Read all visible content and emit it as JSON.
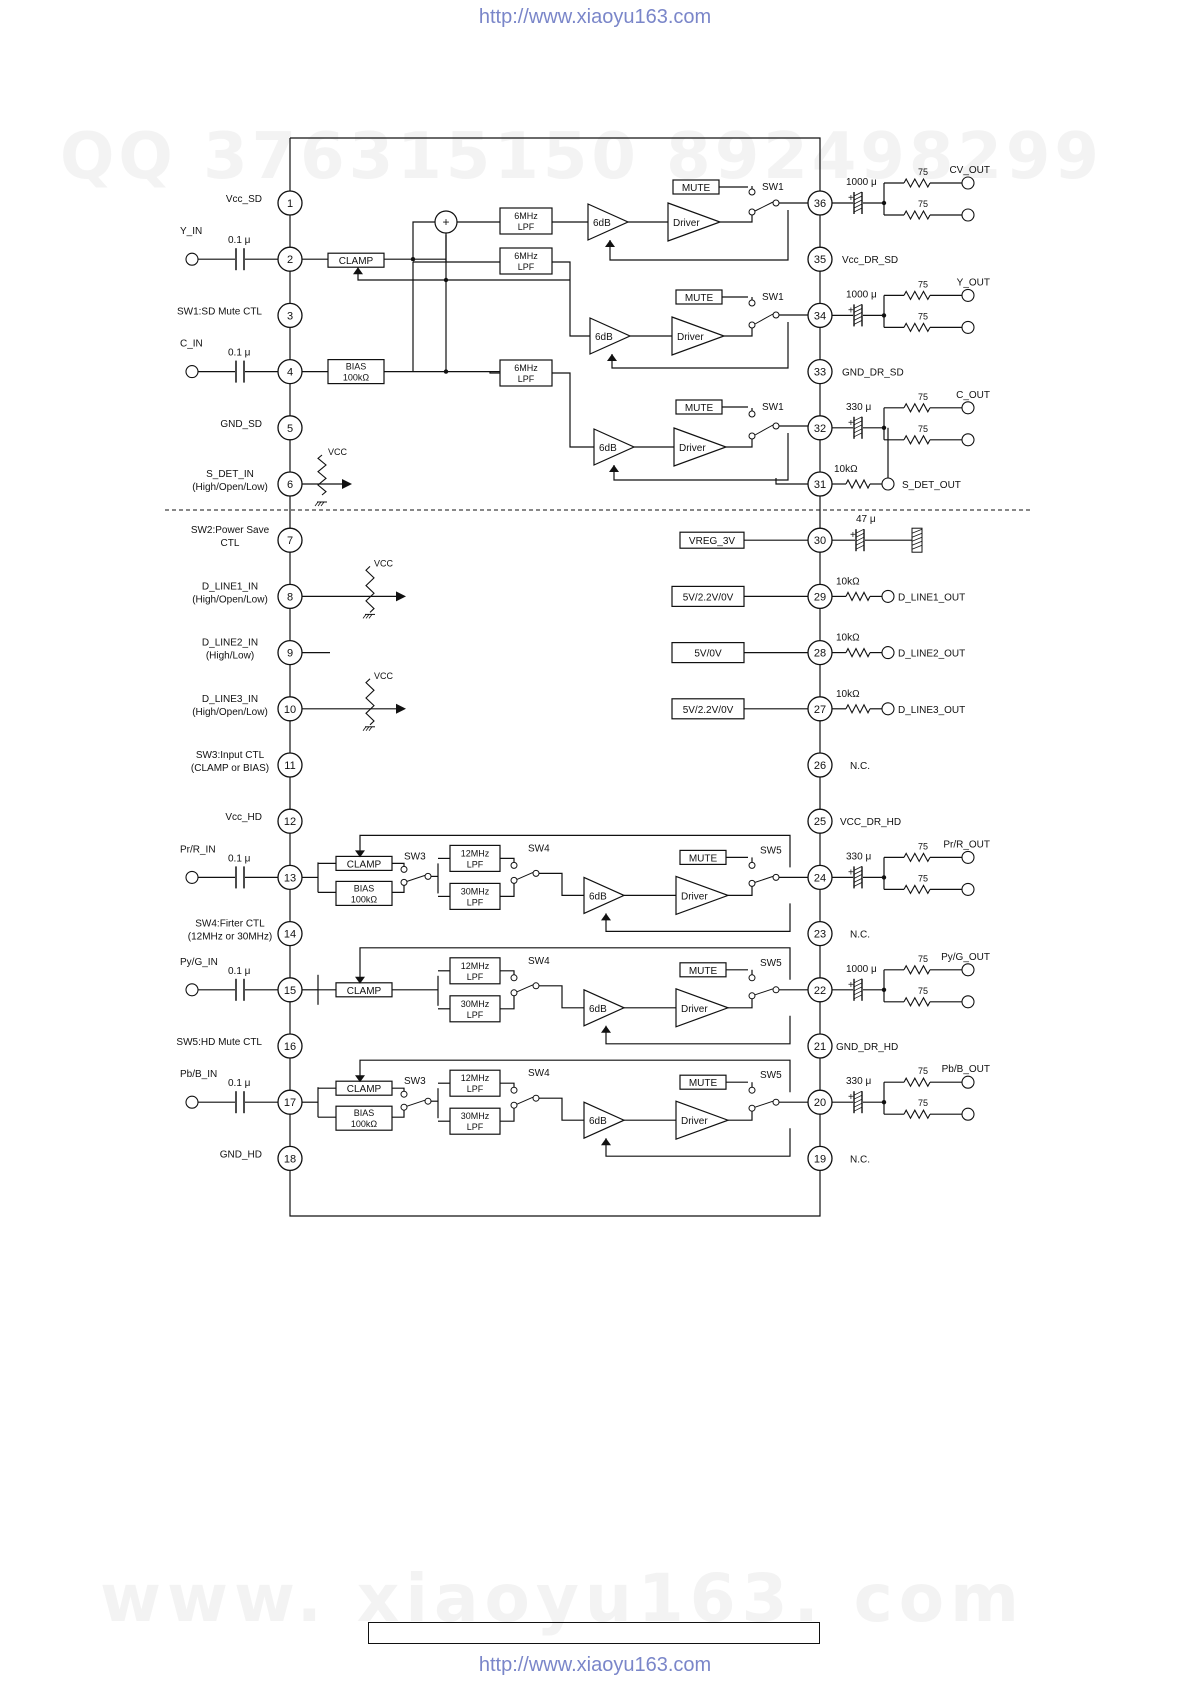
{
  "header_url": "http://www.xiaoyu163.com",
  "footer_url": "http://www.xiaoyu163.com",
  "watermark_qq": "QQ 376315150  892498299",
  "watermark_site": "www. xiaoyu163. com",
  "pins_left": [
    {
      "num": "1",
      "label": "Vcc_SD"
    },
    {
      "num": "2",
      "label": "Y_IN"
    },
    {
      "num": "3",
      "label": "SW1:SD Mute CTL"
    },
    {
      "num": "4",
      "label": "C_IN"
    },
    {
      "num": "5",
      "label": "GND_SD"
    },
    {
      "num": "6",
      "label": "S_DET_IN",
      "label2": "(High/Open/Low)"
    },
    {
      "num": "7",
      "label": "SW2:Power Save",
      "label2": "CTL"
    },
    {
      "num": "8",
      "label": "D_LINE1_IN",
      "label2": "(High/Open/Low)"
    },
    {
      "num": "9",
      "label": "D_LINE2_IN",
      "label2": "(High/Low)"
    },
    {
      "num": "10",
      "label": "D_LINE3_IN",
      "label2": "(High/Open/Low)"
    },
    {
      "num": "11",
      "label": "SW3:Input  CTL",
      "label2": "(CLAMP  or  BIAS)"
    },
    {
      "num": "12",
      "label": "Vcc_HD"
    },
    {
      "num": "13",
      "label": "Pr/R_IN"
    },
    {
      "num": "14",
      "label": "SW4:Firter CTL",
      "label2": "(12MHz or 30MHz)"
    },
    {
      "num": "15",
      "label": "Py/G_IN"
    },
    {
      "num": "16",
      "label": "SW5:HD Mute CTL"
    },
    {
      "num": "17",
      "label": "Pb/B_IN"
    },
    {
      "num": "18",
      "label": "GND_HD"
    }
  ],
  "pins_right": [
    {
      "num": "36",
      "label": "CV_OUT"
    },
    {
      "num": "35",
      "label": "Vcc_DR_SD"
    },
    {
      "num": "34",
      "label": "Y_OUT"
    },
    {
      "num": "33",
      "label": "GND_DR_SD"
    },
    {
      "num": "32",
      "label": "C_OUT"
    },
    {
      "num": "31",
      "label": "S_DET_OUT"
    },
    {
      "num": "30",
      "label": ""
    },
    {
      "num": "29",
      "label": "D_LINE1_OUT"
    },
    {
      "num": "28",
      "label": "D_LINE2_OUT"
    },
    {
      "num": "27",
      "label": "D_LINE3_OUT"
    },
    {
      "num": "26",
      "label": "N.C."
    },
    {
      "num": "25",
      "label": "VCC_DR_HD"
    },
    {
      "num": "24",
      "label": "Pr/R_OUT"
    },
    {
      "num": "23",
      "label": "N.C."
    },
    {
      "num": "22",
      "label": "Py/G_OUT"
    },
    {
      "num": "21",
      "label": "GND_DR_HD"
    },
    {
      "num": "20",
      "label": "Pb/B_OUT"
    },
    {
      "num": "19",
      "label": "N.C."
    }
  ],
  "blocks": {
    "clamp": "CLAMP",
    "bias": "BIAS",
    "bias_value": "100kΩ",
    "lpf_6mhz": "6MHz",
    "lpf_12mhz": "12MHz",
    "lpf_30mhz": "30MHz",
    "lpf": "LPF",
    "gain": "6dB",
    "driver": "Driver",
    "mute": "MUTE",
    "vreg": "VREG_3V",
    "dline1_levels": "5V/2.2V/0V",
    "dline2_levels": "5V/0V",
    "dline3_levels": "5V/2.2V/0V"
  },
  "switches": {
    "sw1": "SW1",
    "sw3": "SW3",
    "sw4": "SW4",
    "sw5": "SW5"
  },
  "components": {
    "cap_in": "0.1 μ",
    "cap_1000": "1000 μ",
    "cap_330": "330 μ",
    "cap_47": "47 μ",
    "res_75": "75",
    "res_10k": "10kΩ",
    "vcc": "VCC",
    "plus": "+"
  }
}
